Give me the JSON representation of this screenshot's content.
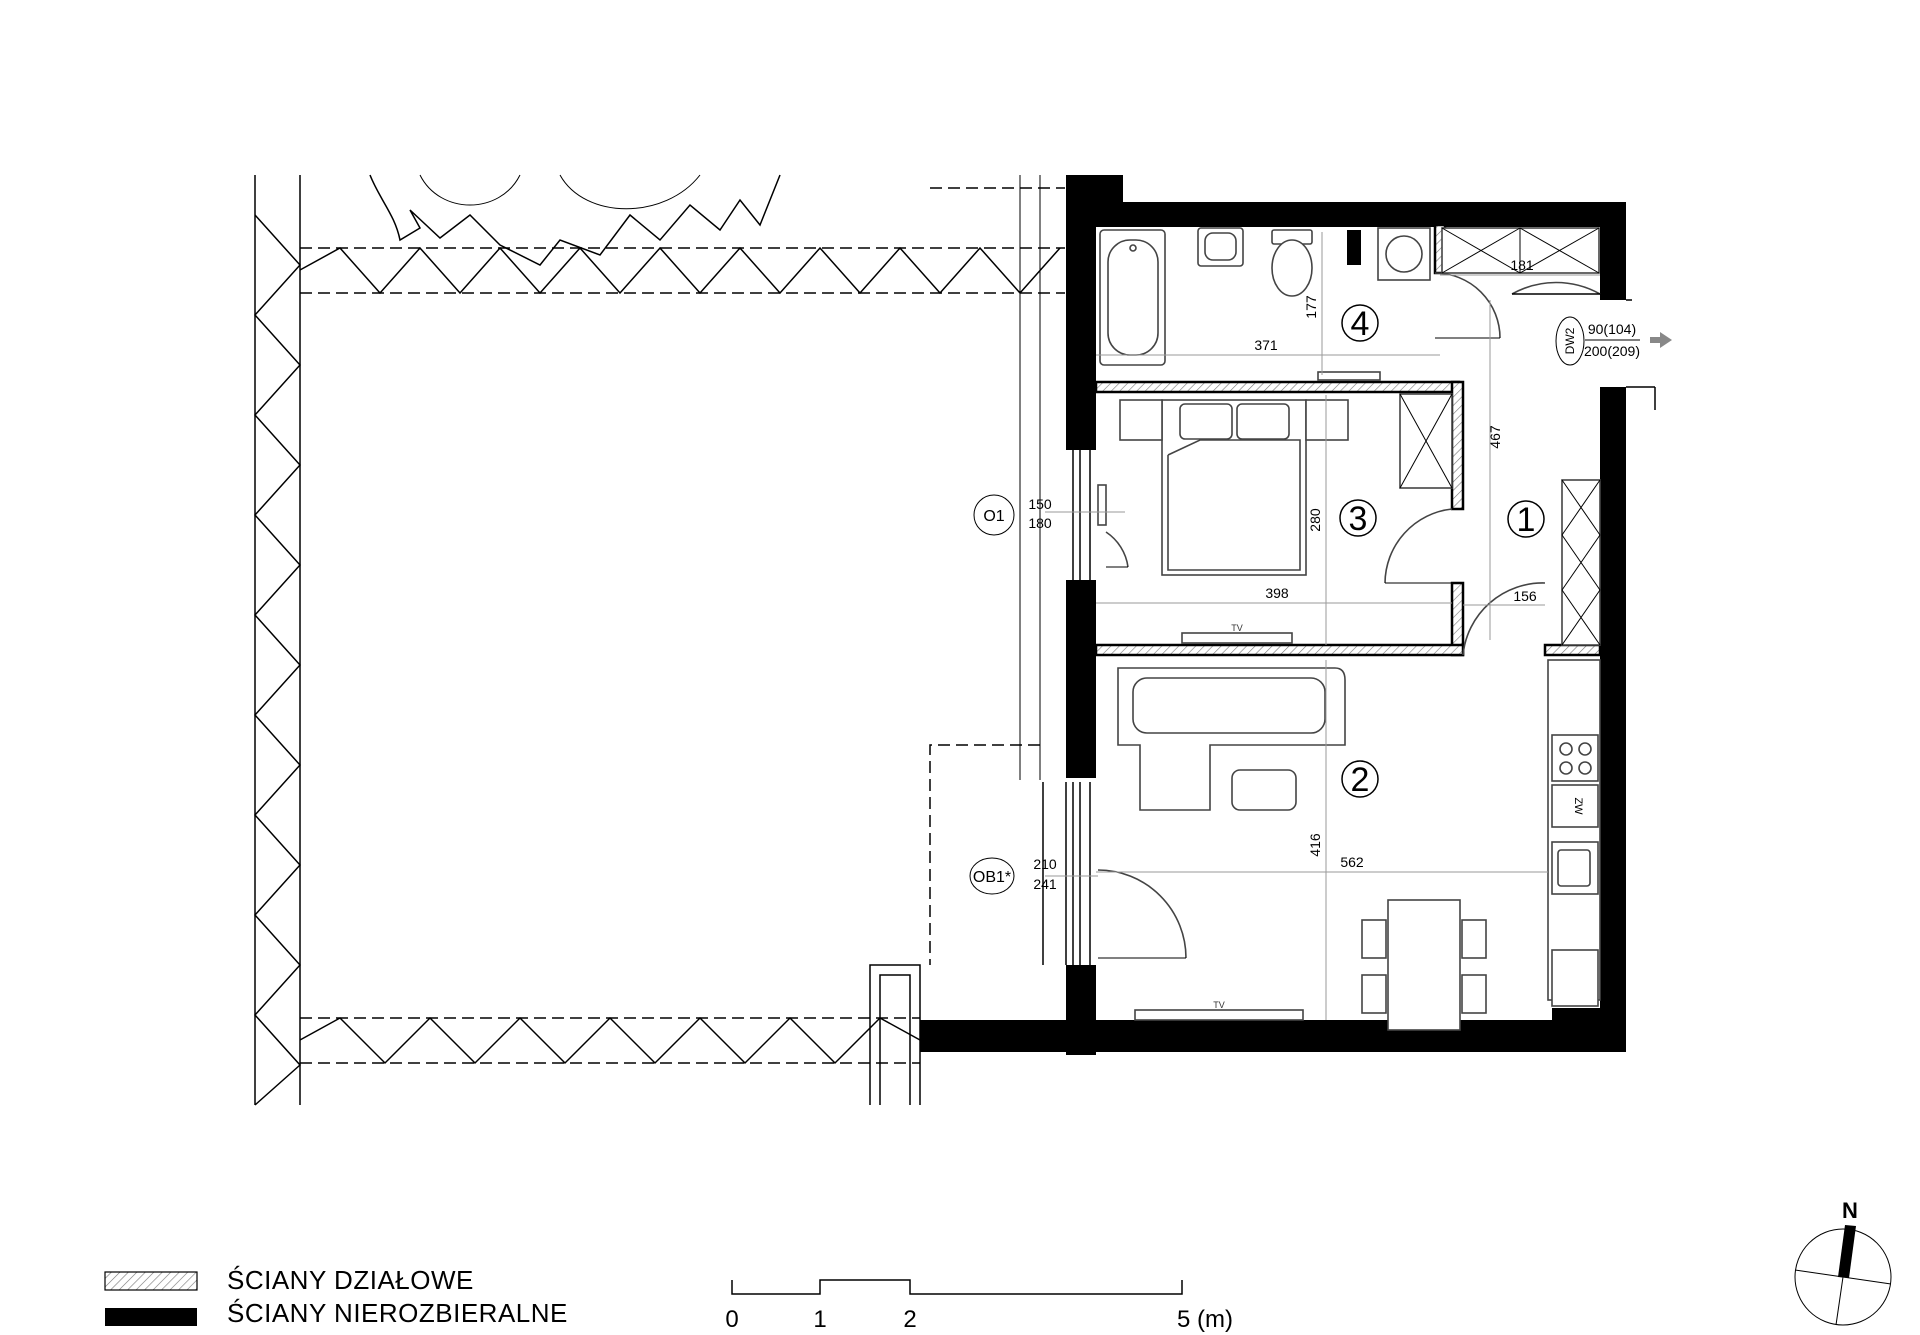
{
  "rooms": [
    {
      "number": "1"
    },
    {
      "number": "2"
    },
    {
      "number": "3"
    },
    {
      "number": "4"
    }
  ],
  "dimensions": {
    "bath_height": "177",
    "bath_width": "371",
    "bath_shelf": "181",
    "hall_height": "467",
    "hall_width": "156",
    "bedroom_height": "280",
    "bedroom_width": "398",
    "living_height": "416",
    "living_width": "562"
  },
  "openings": {
    "entry_door": {
      "code": "DW2",
      "size_top": "90(104)",
      "size_bottom": "200(209)"
    },
    "window": {
      "code": "O1",
      "size_top": "150",
      "size_bottom": "180"
    },
    "balcony_door": {
      "code": "OB1*",
      "size_top": "210",
      "size_bottom": "241"
    }
  },
  "furniture": {
    "tv_label": "TV",
    "fridge_label": "ZW"
  },
  "legend": [
    {
      "label": "ŚCIANY DZIAŁOWE",
      "style": "hatched"
    },
    {
      "label": "ŚCIANY NIEROZBIERALNE",
      "style": "solid-black"
    }
  ],
  "scale_bar": {
    "ticks": [
      "0",
      "1",
      "2",
      "5 (m)"
    ]
  },
  "compass": {
    "label": "N"
  }
}
